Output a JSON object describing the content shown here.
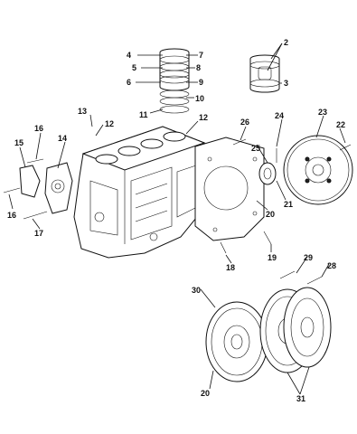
{
  "callouts": {
    "c2": "2",
    "c3": "3",
    "c4": "4",
    "c5": "5",
    "c6": "6",
    "c7": "7",
    "c8": "8",
    "c9": "9",
    "c10": "10",
    "c11": "11",
    "c12a": "12",
    "c12b": "12",
    "c13": "13",
    "c14": "14",
    "c15": "15",
    "c16a": "16",
    "c16b": "16",
    "c17": "17",
    "c18": "18",
    "c19": "19",
    "c20a": "20",
    "c20b": "20",
    "c21": "21",
    "c22": "22",
    "c23": "23",
    "c24": "24",
    "c25": "25",
    "c26": "26",
    "c28": "28",
    "c29": "29",
    "c30": "30",
    "c31": "31"
  }
}
